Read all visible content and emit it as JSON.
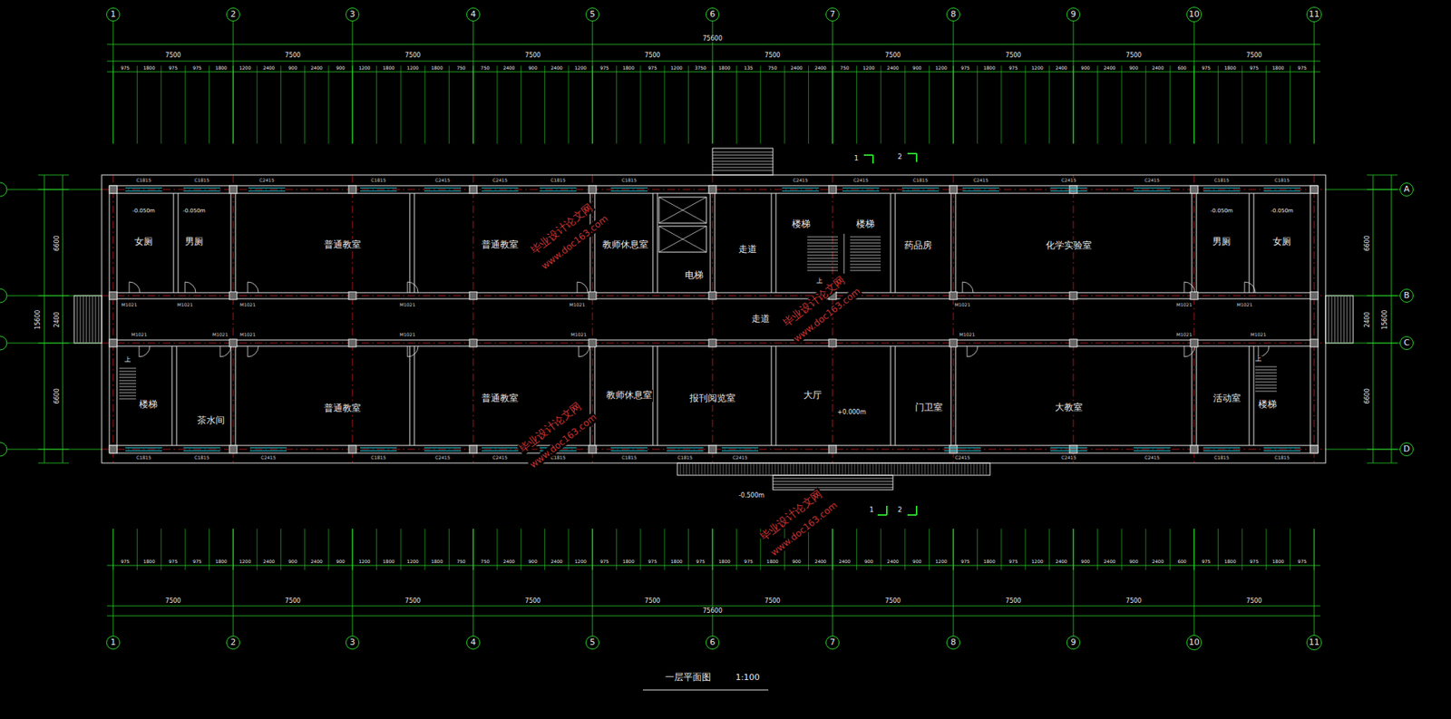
{
  "diagram": {
    "title": "一层平面图",
    "nodes": [
      {
        "text": [
          "1"
        ]
      },
      {
        "text": [
          "2"
        ]
      },
      {
        "text": [
          "3"
        ]
      },
      {
        "text": [
          "4"
        ]
      },
      {
        "text": [
          "5"
        ]
      },
      {
        "text": [
          "6"
        ]
      },
      {
        "text": [
          "7"
        ]
      },
      {
        "text": [
          "8"
        ]
      },
      {
        "text": [
          "9"
        ]
      },
      {
        "text": [
          "10"
        ]
      },
      {
        "text": [
          "11"
        ]
      },
      {
        "text": [
          "女厕"
        ]
      },
      {
        "text": [
          "男厕"
        ]
      },
      {
        "text": [
          "普通教室"
        ]
      },
      {
        "text": [
          "普通教室"
        ]
      },
      {
        "text": [
          "教师休息室"
        ]
      },
      {
        "text": [
          "电梯"
        ]
      },
      {
        "text": [
          "走道"
        ]
      },
      {
        "text": [
          "楼梯"
        ]
      },
      {
        "text": [
          "楼梯"
        ]
      },
      {
        "text": [
          "药品房"
        ]
      },
      {
        "text": [
          "化学实验室"
        ]
      },
      {
        "text": [
          "男厕"
        ]
      },
      {
        "text": [
          "女厕"
        ]
      },
      {
        "text": [
          "走道"
        ]
      },
      {
        "text": [
          "楼梯"
        ]
      },
      {
        "text": [
          "茶水间"
        ]
      },
      {
        "text": [
          "普通教室"
        ]
      },
      {
        "text": [
          "普通教室"
        ]
      },
      {
        "text": [
          "教师休息室"
        ]
      },
      {
        "text": [
          "报刊阅览室"
        ]
      },
      {
        "text": [
          "大厅"
        ]
      },
      {
        "text": [
          "门卫室"
        ]
      },
      {
        "text": [
          "大教室"
        ]
      },
      {
        "text": [
          "活动室"
        ]
      },
      {
        "text": [
          "楼梯"
        ]
      },
      {
        "text": [
          "A"
        ]
      },
      {
        "text": [
          "B"
        ]
      },
      {
        "text": [
          "C"
        ]
      },
      {
        "text": [
          "D"
        ]
      },
      {
        "text": [
          "1"
        ]
      },
      {
        "text": [
          "2"
        ]
      },
      {
        "text": [
          "3"
        ]
      },
      {
        "text": [
          "4"
        ]
      },
      {
        "text": [
          "5"
        ]
      },
      {
        "text": [
          "6"
        ]
      },
      {
        "text": [
          "7"
        ]
      },
      {
        "text": [
          "8"
        ]
      },
      {
        "text": [
          "9"
        ]
      },
      {
        "text": [
          "10"
        ]
      },
      {
        "text": [
          "11"
        ]
      }
    ],
    "labels": [
      "75600",
      "7500",
      "7500",
      "7500",
      "7500",
      "7500",
      "7500",
      "7500",
      "7500",
      "7500",
      "7500",
      "975",
      "1800",
      "975",
      "975",
      "1800",
      "1200",
      "2400",
      "900",
      "2400",
      "900",
      "1200",
      "1800",
      "1200",
      "1800",
      "750",
      "750",
      "2400",
      "900",
      "2400",
      "1200",
      "975",
      "1800",
      "975",
      "1200",
      "3750",
      "1800",
      "135",
      "750",
      "2400",
      "2400",
      "750",
      "1200",
      "2400",
      "900",
      "1200",
      "975",
      "1800",
      "975",
      "1200",
      "2400",
      "900",
      "2400",
      "900",
      "2400",
      "600",
      "975",
      "1800",
      "975",
      "1800",
      "975",
      "975",
      "1800",
      "975",
      "975",
      "1800",
      "1200",
      "2400",
      "900",
      "2400",
      "900",
      "1200",
      "1800",
      "1200",
      "1800",
      "750",
      "750",
      "2400",
      "900",
      "2400",
      "1200",
      "975",
      "1800",
      "975",
      "1800",
      "975",
      "1800",
      "975",
      "1800",
      "900",
      "2400",
      "2400",
      "900",
      "2400",
      "900",
      "1200",
      "975",
      "1800",
      "975",
      "1200",
      "2400",
      "900",
      "2400",
      "900",
      "2400",
      "600",
      "975",
      "1800",
      "975",
      "1800",
      "975",
      "7500",
      "7500",
      "7500",
      "7500",
      "7500",
      "7500",
      "7500",
      "7500",
      "7500",
      "7500",
      "75600",
      "6600",
      "2400",
      "6600",
      "15600",
      "6600",
      "2400",
      "6600",
      "15600",
      "-0.050m",
      "-0.050m",
      "-0.050m",
      "-0.050m",
      "+0.000m",
      "-0.500m",
      "C1815",
      "C1815",
      "C2415",
      "C1815",
      "C2415",
      "C2415",
      "C1815",
      "C1815",
      "C2415",
      "C2415",
      "C1815",
      "C2415",
      "C2415",
      "C2415",
      "C1815",
      "C1815",
      "C1815",
      "C1815",
      "C2415",
      "C1815",
      "C2415",
      "C2415",
      "C1815",
      "C1815",
      "C1815",
      "C2415",
      "C2415",
      "C2415",
      "C2415",
      "C1815",
      "C1815",
      "M1021",
      "M1021",
      "M1021",
      "M1021",
      "M1021",
      "M1021",
      "M1021",
      "M1021",
      "M1021",
      "M1021",
      "M1021",
      "M1021",
      "M1021",
      "M1021",
      "M1021",
      "M1021",
      "1",
      "2",
      "1",
      "2",
      "上",
      "上",
      "上",
      "毕业设计论文网",
      "www.doc163.com",
      "毕业设计论文网",
      "www.doc163.com",
      "毕业设计论文网",
      "www.doc163.com",
      "毕业设计论文网",
      "www.doc163.com",
      "1:100"
    ]
  }
}
